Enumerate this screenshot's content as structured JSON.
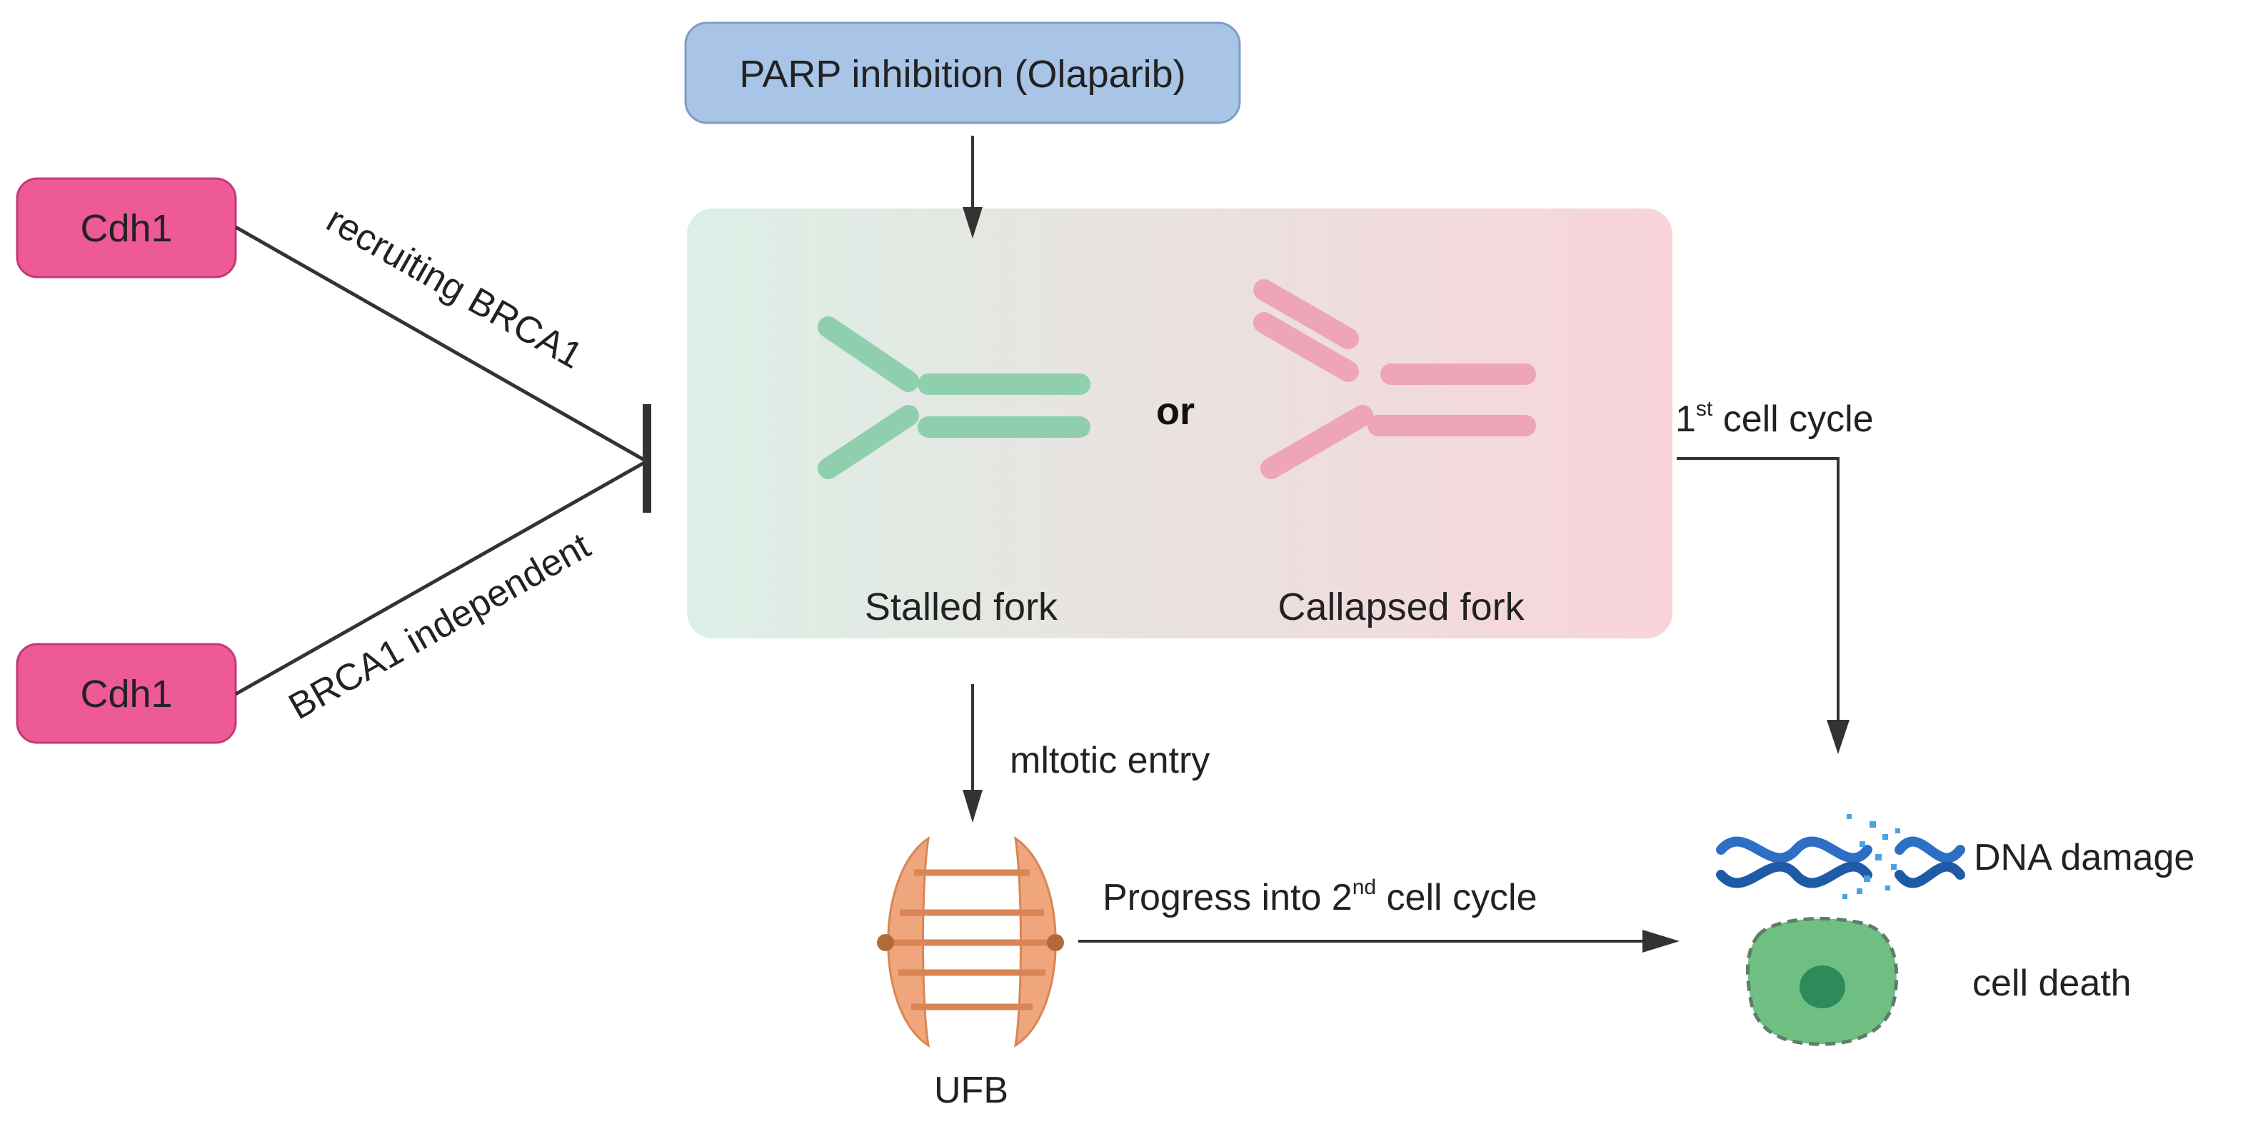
{
  "inhibitor": {
    "label": "PARP inhibition (Olaparib)"
  },
  "cdh1_top": {
    "label": "Cdh1"
  },
  "cdh1_bottom": {
    "label": "Cdh1"
  },
  "edges": {
    "recruiting": "recruiting BRCA1",
    "independent": "BRCA1 independent",
    "first_cycle": {
      "prefix": "1",
      "sup": "st",
      "suffix": " cell cycle"
    },
    "mitotic_entry": "mltotic entry",
    "second_cycle": {
      "prefix": "Progress into 2",
      "sup": "nd",
      "suffix": " cell cycle"
    }
  },
  "forks": {
    "stalled": "Stalled fork",
    "or": "or",
    "collapsed": "Callapsed fork"
  },
  "ufb": {
    "label": "UFB"
  },
  "outcomes": {
    "dna_damage": "DNA damage",
    "cell_death": "cell death"
  },
  "colors": {
    "cdh1_fill": "#ee5a96",
    "cdh1_stroke": "#c23a76",
    "parp_fill": "#a8c4e6",
    "parp_stroke": "#7f9cc4",
    "stalled_fork": "#8fcfae",
    "collapsed_fork": "#eea5b8",
    "panel_left": "#dcefe6",
    "panel_right": "#f8d4da",
    "ufb_orange": "#f0a67c",
    "ufb_rung": "#d98555",
    "dna_blue": "#2c6fc4",
    "cell_fill": "#6fbf83",
    "nucleus": "#2e8a5a",
    "line": "#333333"
  },
  "icons": [
    "stalled-fork-icon",
    "collapsed-fork-icon",
    "ufb-icon",
    "dna-damage-icon",
    "cell-death-icon"
  ]
}
